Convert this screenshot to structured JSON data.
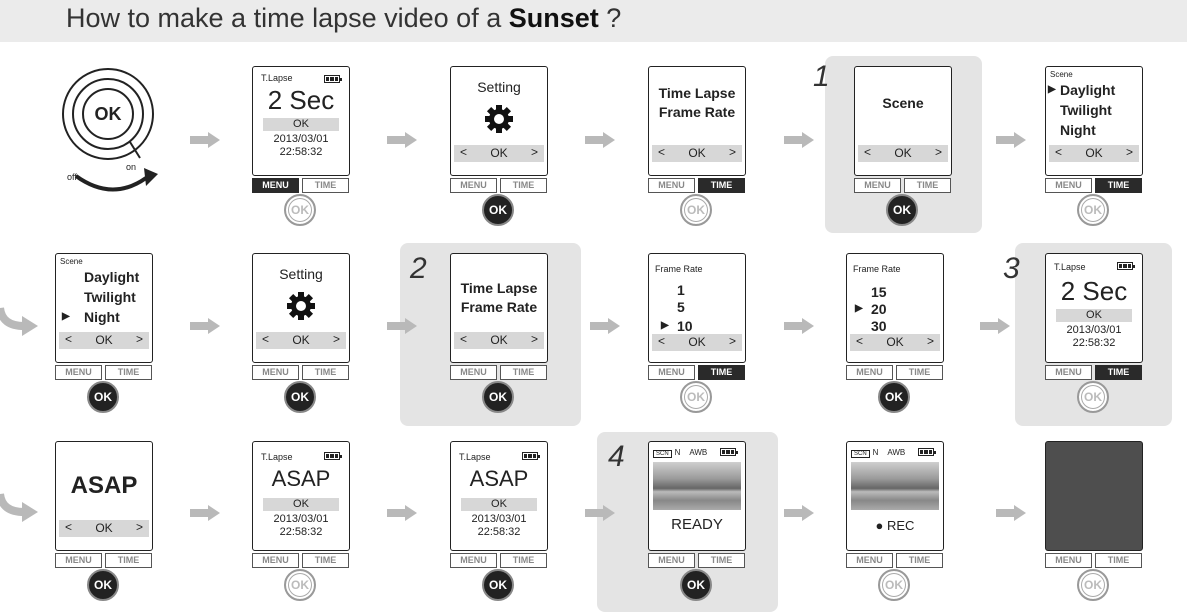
{
  "header": {
    "title_prefix": "How to make a time lapse video of a",
    "title_bold": "Sunset",
    "title_suffix": " ?"
  },
  "power_dial": {
    "ok": "OK",
    "off": "off",
    "on": "on"
  },
  "steps": [
    "1",
    "2",
    "3",
    "4"
  ],
  "screens": {
    "tlapse_2sec": {
      "label": "T.Lapse",
      "value": "2 Sec",
      "ok": "OK",
      "date": "2013/03/01",
      "time": "22:58:32"
    },
    "tlapse_asap": {
      "label": "T.Lapse",
      "value": "ASAP",
      "ok": "OK",
      "date": "2013/03/01",
      "time": "22:58:32"
    },
    "setting": {
      "title": "Setting"
    },
    "time_lapse_menu": {
      "line1": "Time Lapse",
      "line2": "Frame Rate"
    },
    "scene": {
      "title": "Scene"
    },
    "scene_list": {
      "header": "Scene",
      "items": [
        "Daylight",
        "Twilight",
        "Night"
      ]
    },
    "frame_rate_a": {
      "header": "Frame Rate",
      "items": [
        "1",
        "5",
        "10"
      ]
    },
    "frame_rate_b": {
      "header": "Frame Rate",
      "items": [
        "15",
        "20",
        "30"
      ]
    },
    "asap": {
      "title": "ASAP"
    },
    "ready": {
      "status": "READY",
      "scn": "SCN",
      "mode": "N",
      "awb": "AWB"
    },
    "rec": {
      "status": "● REC",
      "scn": "SCN",
      "mode": "N",
      "awb": "AWB"
    }
  },
  "nav": {
    "left": "<",
    "ok": "OK",
    "right": ">"
  },
  "buttons": {
    "menu": "MENU",
    "time": "TIME",
    "ok": "OK"
  },
  "colors": {
    "active_button": "#2a2a2a",
    "step_highlight": "#e4e4e4",
    "arrow": "#b9b9b9"
  }
}
